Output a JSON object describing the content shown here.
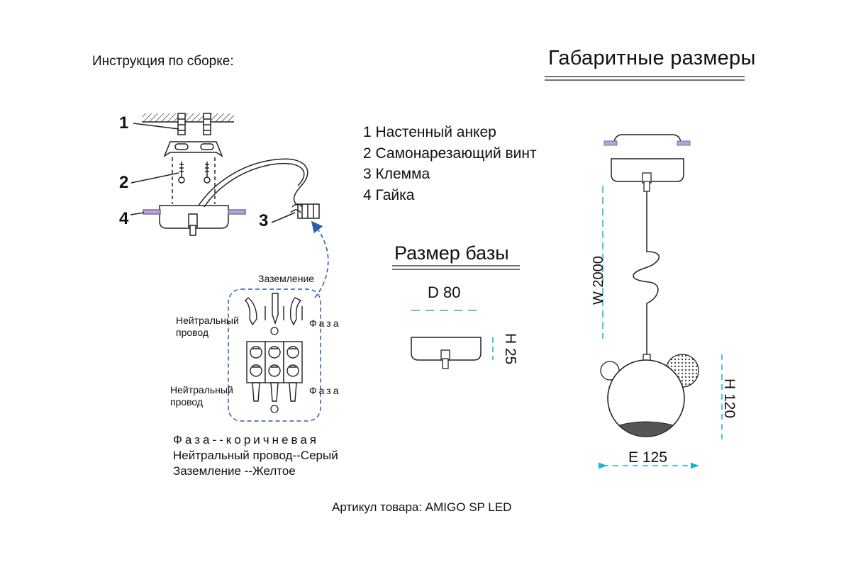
{
  "header": {
    "instructions_title": "Инструкция по сборке:",
    "dimensions_title": "Габаритные размеры"
  },
  "callouts": [
    "1",
    "2",
    "3",
    "4"
  ],
  "legend": [
    "1 Настенный анкер",
    "2 Самонарезающий винт",
    "3 Клемма",
    "4 Гайка"
  ],
  "base": {
    "title": "Размер базы",
    "diameter_label": "D 80",
    "height_label": "H 25"
  },
  "dimensions": {
    "cable_length_label": "W 2000",
    "lamp_height_label": "H 120",
    "lamp_width_label": "E 125"
  },
  "wiring": {
    "ground_label": "Заземление",
    "neutral_label_top": "Нейтральный\nпровод",
    "phase_label_top": "Фаза",
    "neutral_label_bottom": "Нейтральный\nпровод",
    "phase_label_bottom": "Фаза"
  },
  "color_code": [
    "Фаза--коричневая",
    "Нейтральный провод--Серый",
    "Заземление --Желтое"
  ],
  "footer": {
    "article": "Артикул товара: AMIGO SP LED"
  },
  "colors": {
    "line": "#222222",
    "dimension_line": "#1ab3c9",
    "screw": "#b7a4d8",
    "annotation_arrow": "#2b5fa8"
  }
}
